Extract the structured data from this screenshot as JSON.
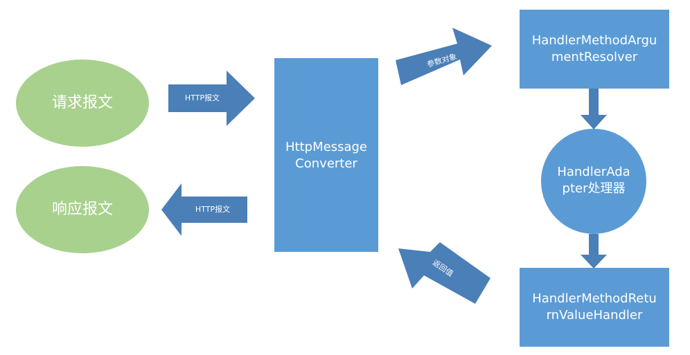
{
  "diagram": {
    "colors": {
      "background": "#ffffff",
      "ellipse_fill": "#a9d18e",
      "box_fill": "#5b9bd5",
      "arrow_fill": "#4a7fb8",
      "text": "#ffffff"
    },
    "ellipses": {
      "request": "请求报文",
      "response": "响应报文"
    },
    "converter": {
      "line1": "HttpMessage",
      "line2": "Converter"
    },
    "resolver": {
      "line1": "HandlerMethodArgu",
      "line2": "mentResolver"
    },
    "adapter": {
      "line1": "HandlerAda",
      "line2": "pter处理器"
    },
    "return_handler": {
      "line1": "HandlerMethodRetu",
      "line2": "rnValueHandler"
    },
    "arrows": {
      "http_in": "HTTP报文",
      "http_out": "HTTP报文",
      "args": "参数对象",
      "return": "返回值"
    }
  }
}
